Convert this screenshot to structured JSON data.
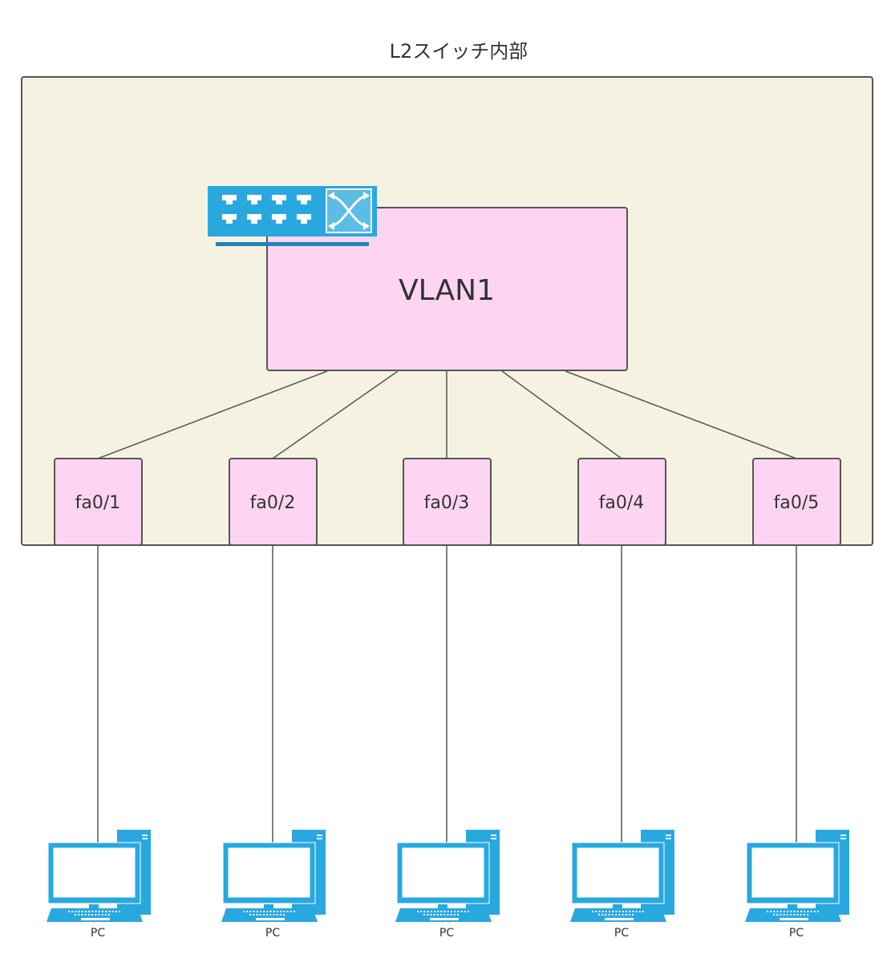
{
  "diagram": {
    "title": "L2スイッチ内部",
    "colors": {
      "container_fill": "#f5f2e2",
      "container_stroke": "#555555",
      "node_fill": "#fdd5f2",
      "node_stroke": "#555555",
      "icon_blue": "#29a8e0",
      "icon_dark_blue": "#1f86b8",
      "line": "#555555"
    },
    "switch": {
      "icon": "l2-switch-icon",
      "vlan_label": "VLAN1"
    },
    "ports": [
      {
        "label": "fa0/1"
      },
      {
        "label": "fa0/2"
      },
      {
        "label": "fa0/3"
      },
      {
        "label": "fa0/4"
      },
      {
        "label": "fa0/5"
      }
    ],
    "pcs": [
      {
        "label": "PC",
        "icon": "desktop-pc-icon",
        "port": "fa0/1"
      },
      {
        "label": "PC",
        "icon": "desktop-pc-icon",
        "port": "fa0/2"
      },
      {
        "label": "PC",
        "icon": "desktop-pc-icon",
        "port": "fa0/3"
      },
      {
        "label": "PC",
        "icon": "desktop-pc-icon",
        "port": "fa0/4"
      },
      {
        "label": "PC",
        "icon": "desktop-pc-icon",
        "port": "fa0/5"
      }
    ]
  }
}
